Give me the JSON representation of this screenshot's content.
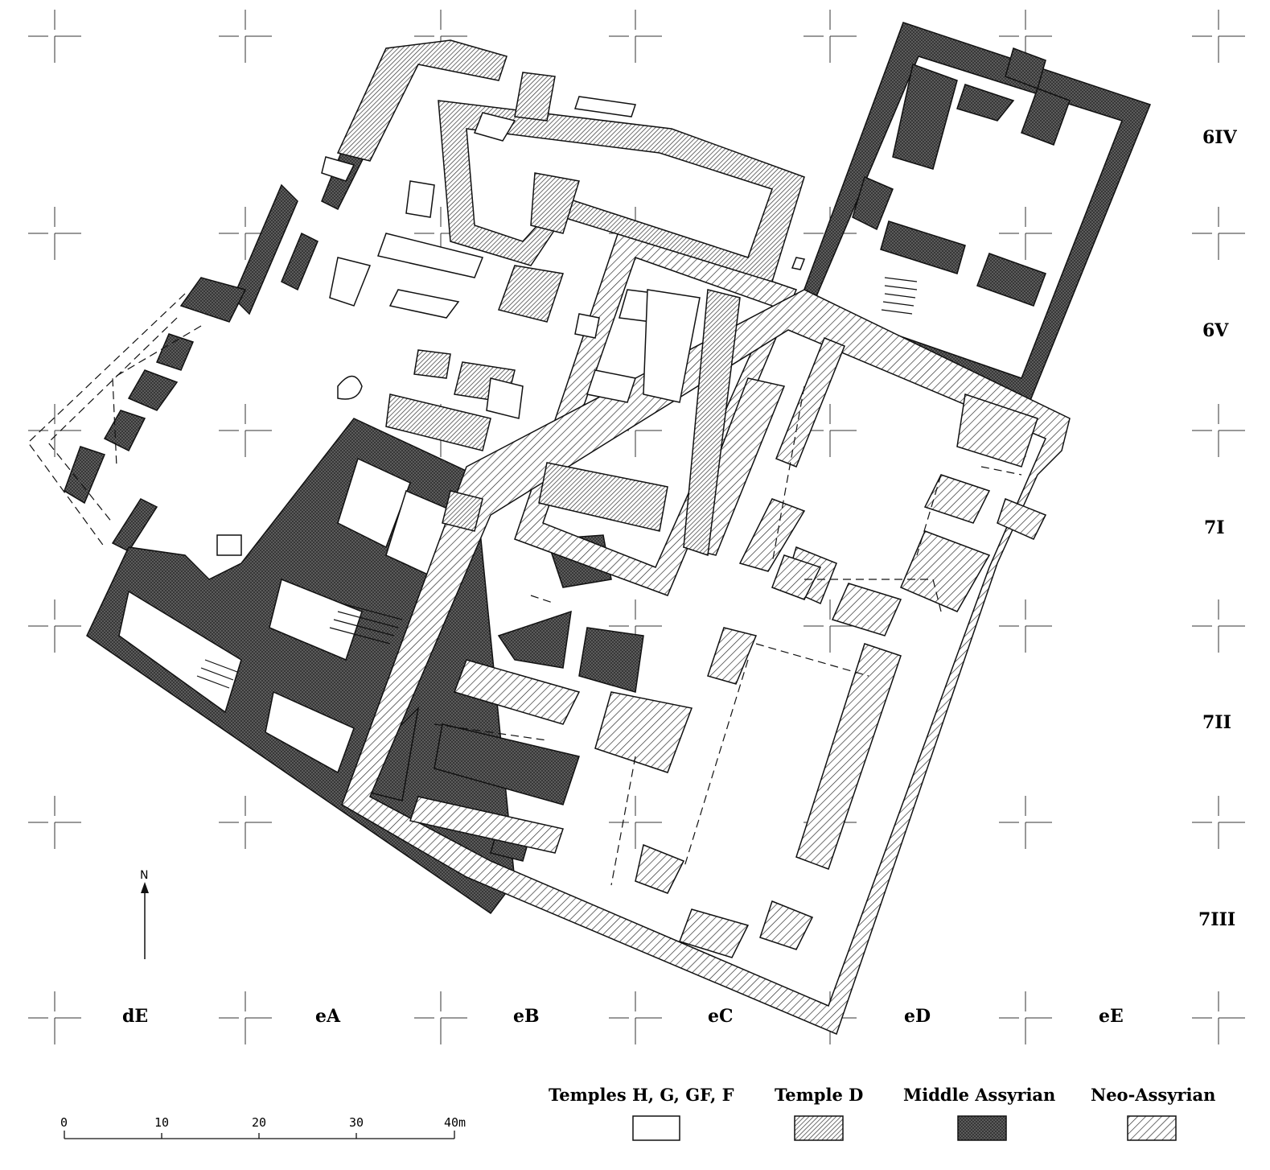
{
  "grid": {
    "rows": [
      "6IV",
      "6V",
      "7I",
      "7II",
      "7III"
    ],
    "columns": [
      "dE",
      "eA",
      "eB",
      "eC",
      "eD",
      "eE"
    ]
  },
  "north": {
    "label": "N"
  },
  "scale_bar": {
    "ticks": [
      "0",
      "10",
      "20",
      "30",
      "40m"
    ]
  },
  "legend": [
    {
      "label": "Temples H, G, GF, F",
      "pattern": "plain"
    },
    {
      "label": "Temple D",
      "pattern": "diagonal-dense"
    },
    {
      "label": "Middle Assyrian",
      "pattern": "crosshatch"
    },
    {
      "label": "Neo-Assyrian",
      "pattern": "diagonal"
    }
  ],
  "colors": {
    "ink": "#111111",
    "paper": "#ffffff",
    "dark_fill": "#5a5a5a"
  }
}
